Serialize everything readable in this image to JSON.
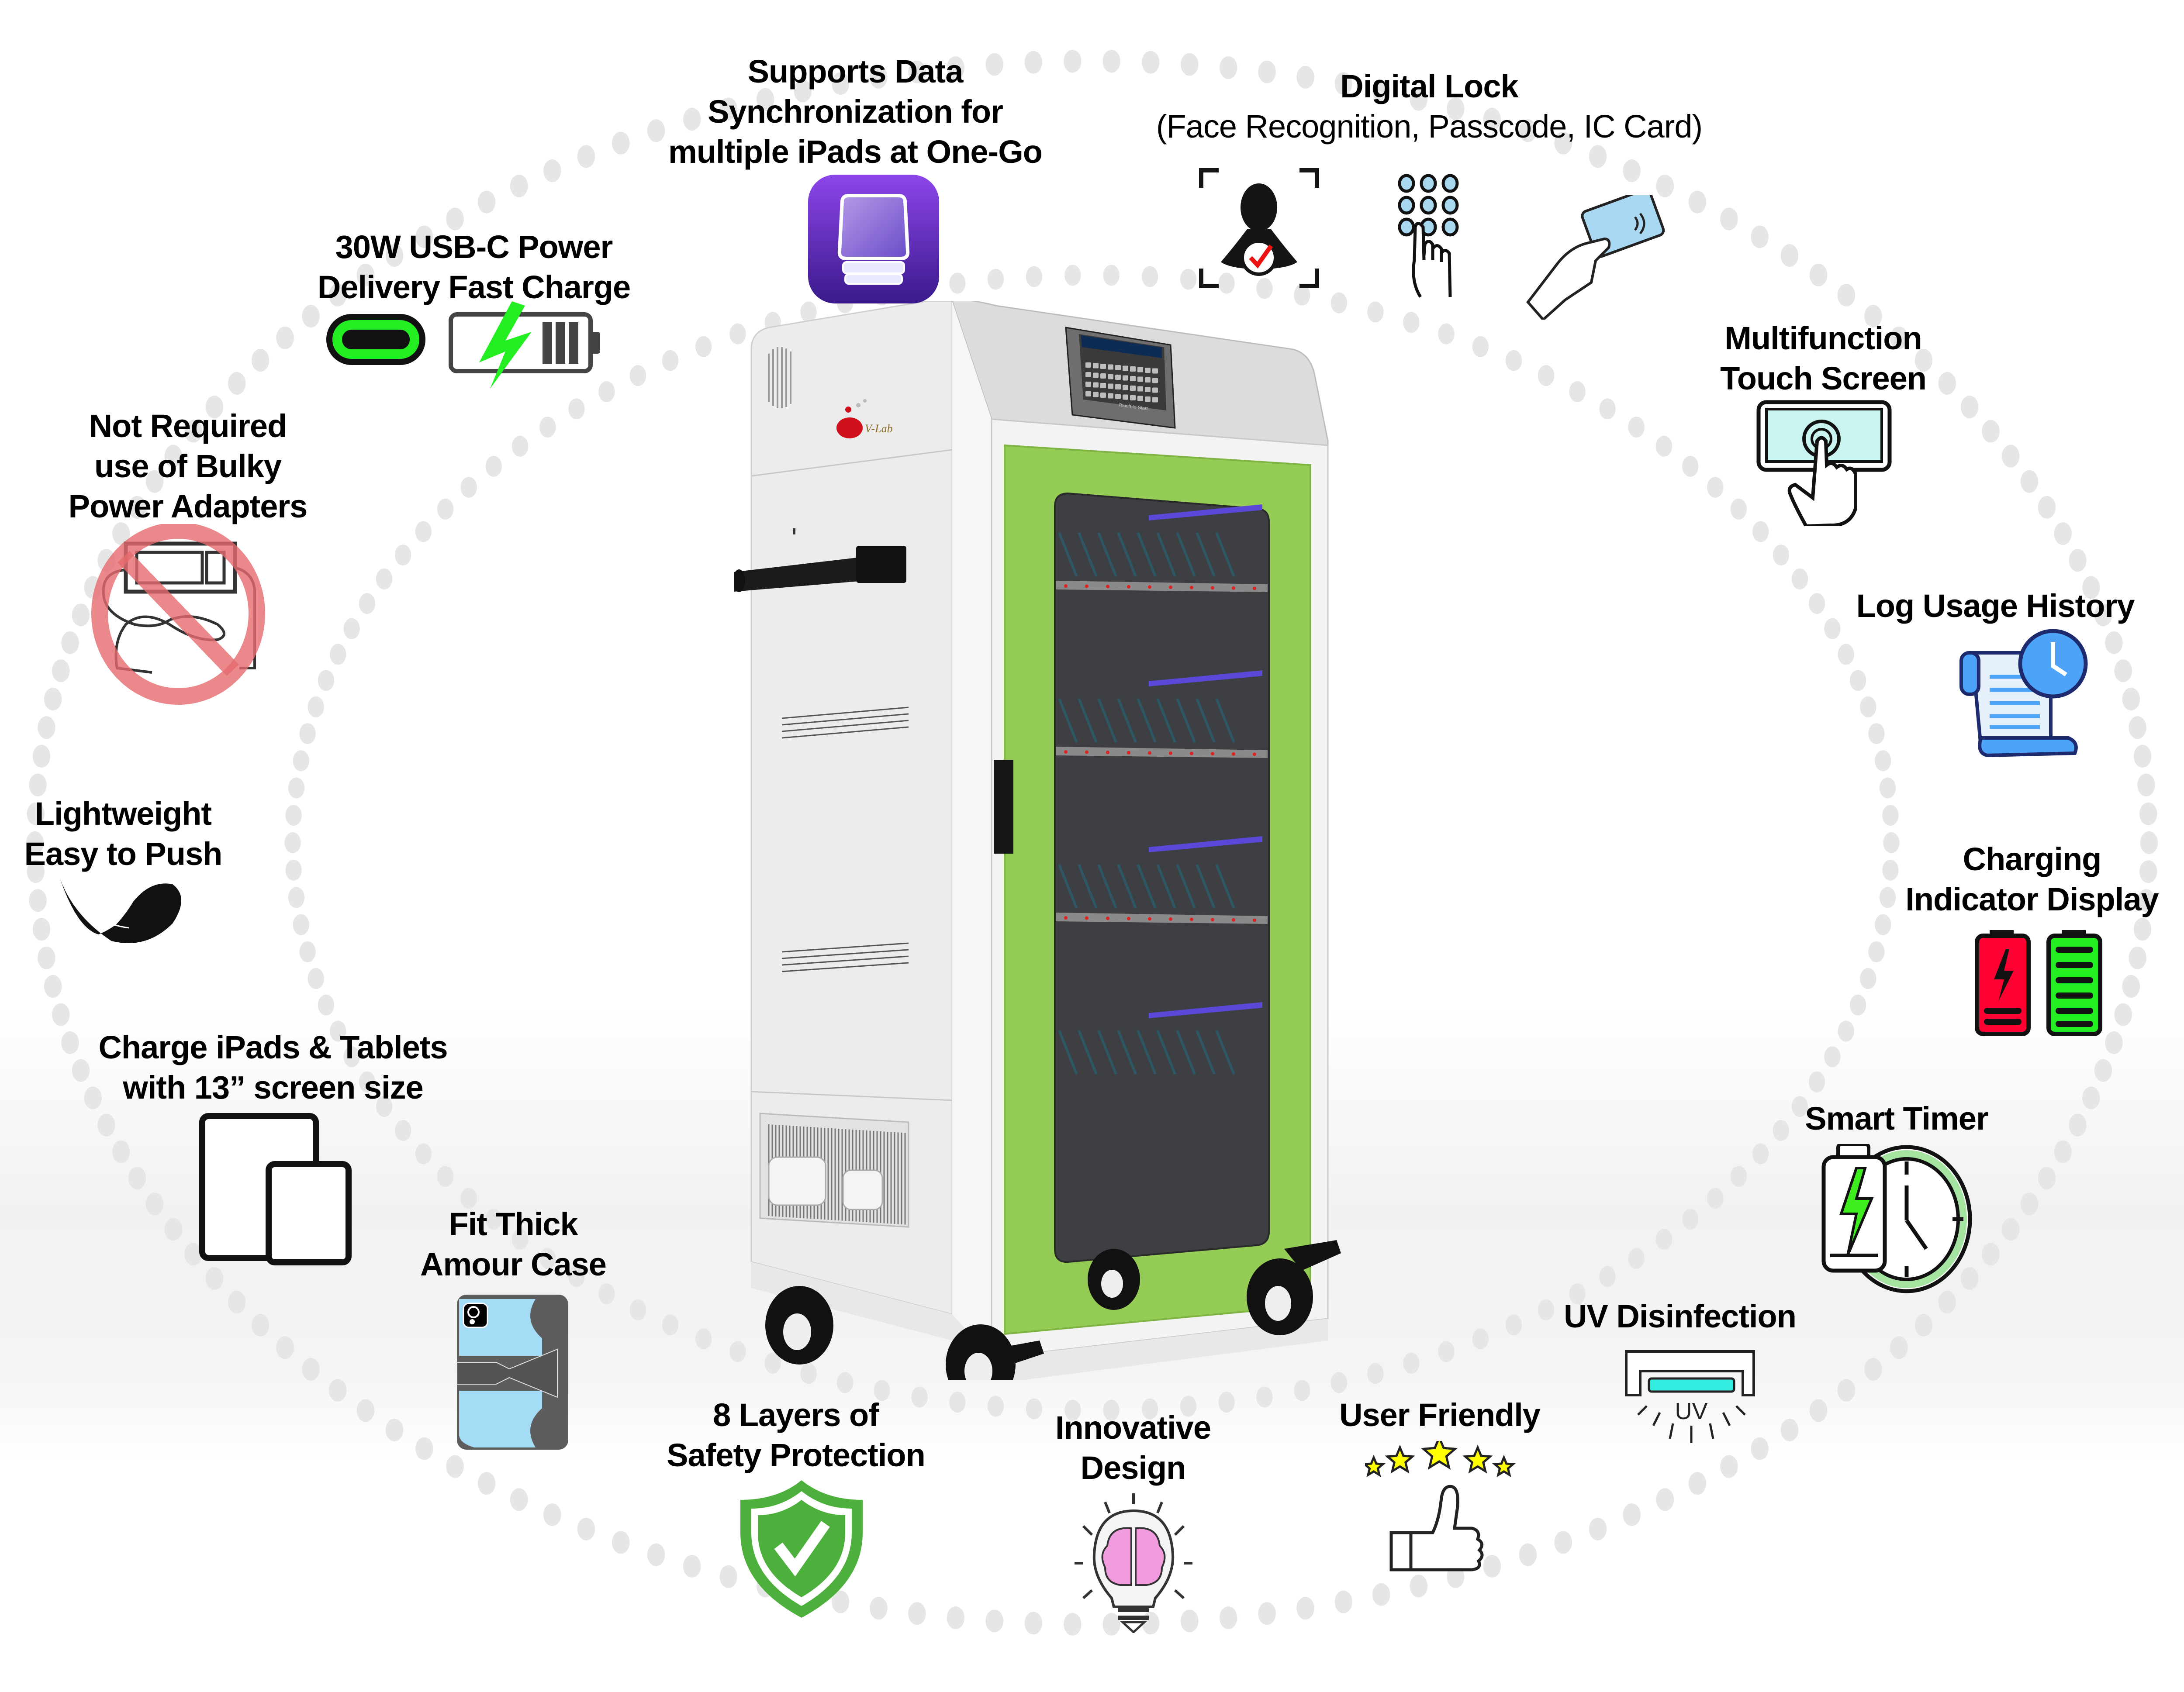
{
  "product": {
    "brand_logo_text": "V-Lab",
    "screen": {
      "banner_text": "Tablet Charging System",
      "footer_text": "Touch to Start"
    }
  },
  "features": {
    "data_sync": {
      "lines": [
        "Supports Data",
        "Synchronization for",
        "multiple iPads at One-Go"
      ],
      "icon": "apple-configurator-icon"
    },
    "digital_lock": {
      "title": "Digital Lock",
      "subtitle": "(Face Recognition, Passcode, IC Card)",
      "icons": [
        "face-recognition-icon",
        "keypad-passcode-icon",
        "ic-card-icon"
      ]
    },
    "usb_c": {
      "lines": [
        "30W USB-C Power",
        "Delivery Fast Charge"
      ],
      "icons": [
        "usb-c-port-icon",
        "fast-charge-battery-icon"
      ]
    },
    "no_adapter": {
      "lines": [
        "Not Required",
        "use of Bulky",
        "Power Adapters"
      ],
      "icon": "no-power-adapter-icon"
    },
    "lightweight": {
      "lines": [
        "Lightweight",
        "Easy to Push"
      ],
      "icon": "feather-icon"
    },
    "tablet_size": {
      "lines": [
        "Charge iPads & Tablets",
        "with 13” screen size"
      ],
      "icon": "tablets-icon"
    },
    "armour_case": {
      "lines": [
        "Fit Thick",
        "Amour Case"
      ],
      "icon": "armour-case-icon"
    },
    "safety": {
      "lines": [
        "8 Layers of",
        "Safety Protection"
      ],
      "icon": "shield-check-icon"
    },
    "innovative": {
      "lines": [
        "Innovative",
        "Design"
      ],
      "icon": "lightbulb-brain-icon"
    },
    "user_friendly": {
      "lines": [
        "User Friendly"
      ],
      "icon": "thumbs-up-stars-icon"
    },
    "uv": {
      "lines": [
        "UV Disinfection"
      ],
      "icon_text": "UV",
      "icon": "uv-lamp-icon"
    },
    "smart_timer": {
      "lines": [
        "Smart Timer"
      ],
      "icon": "battery-timer-icon"
    },
    "charging_indicator": {
      "lines": [
        "Charging",
        "Indicator Display"
      ],
      "icon": "battery-status-icon"
    },
    "log_usage": {
      "lines": [
        "Log Usage History"
      ],
      "icon": "log-history-icon"
    },
    "touch_screen": {
      "lines": [
        "Multifunction",
        "Touch Screen"
      ],
      "icon": "touch-screen-icon"
    }
  },
  "colors": {
    "door_green": "#95cc55",
    "usb_green": "#22ee22",
    "shield_green": "#4eb03c",
    "battery_red": "#ff0033",
    "icon_blue": "#4da3f7",
    "uv_cyan": "#33eee0",
    "app_purple": "#7a3fe0",
    "dot_gray": "#e6e6e6"
  }
}
